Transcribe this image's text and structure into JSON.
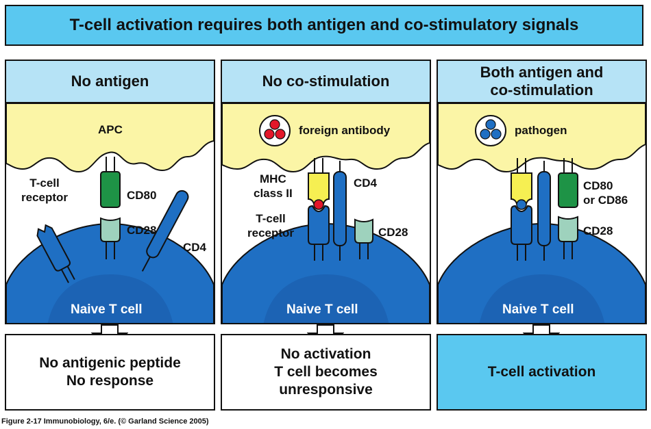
{
  "title": "T-cell activation requires both antigen and co-stimulatory signals",
  "panels": [
    {
      "heading": "No antigen",
      "apc_label": "APC",
      "labels": {
        "tcr": "T-cell\nreceptor",
        "cd80": "CD80",
        "cd28": "CD28",
        "cd4": "CD4"
      },
      "cell_label": "Naive T cell",
      "outcome": [
        "No antigenic peptide",
        "No response"
      ]
    },
    {
      "heading": "No co-stimulation",
      "apc_label": "foreign antibody",
      "labels": {
        "mhc": "MHC\nclass II",
        "cd4": "CD4",
        "tcr": "T-cell\nreceptor",
        "cd28": "CD28"
      },
      "cell_label": "Naive T cell",
      "outcome": [
        "No activation",
        "T cell becomes",
        "unresponsive"
      ]
    },
    {
      "heading": "Both antigen and\nco-stimulation",
      "apc_label": "pathogen",
      "labels": {
        "cd80": "CD80\nor CD86",
        "cd28": "CD28"
      },
      "cell_label": "Naive T cell",
      "outcome": [
        "T-cell activation"
      ]
    }
  ],
  "caption": "Figure 2-17  Immunobiology, 6/e. (© Garland Science 2005)",
  "colors": {
    "title_bg": "#5ac8f0",
    "heading_bg": "#b6e3f6",
    "apc_yellow": "#fbf5a6",
    "cell_blue": "#1f6fc3",
    "cd80_green": "#1e9346",
    "cd28_green": "#9ed2bd",
    "mhc_yellow": "#f6ef52",
    "peptide_red": "#e3172a"
  }
}
